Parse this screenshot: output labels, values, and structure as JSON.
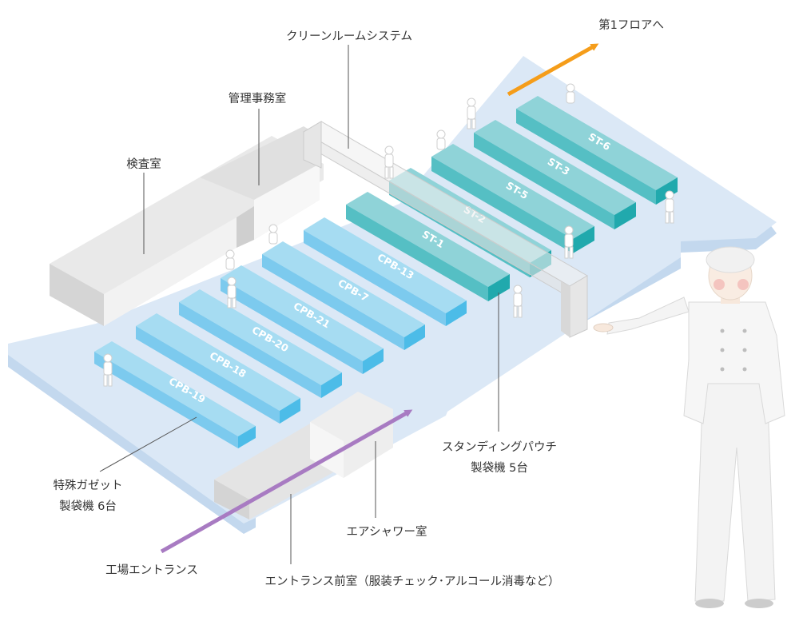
{
  "labels": {
    "cleanroom_system": "クリーンルームシステム",
    "first_floor": "第1フロアへ",
    "management_office": "管理事務室",
    "inspection_room": "検査室",
    "standing_pouch_line1": "スタンディングパウチ",
    "standing_pouch_line2": "製袋機 5台",
    "special_gusset_line1": "特殊ガゼット",
    "special_gusset_line2": "製袋機 6台",
    "air_shower": "エアシャワー室",
    "factory_entrance": "工場エントランス",
    "entrance_anteroom": "エントランス前室（服装チェック･アルコール消毒など）"
  },
  "machines": {
    "cpb": [
      "CPB-19",
      "CPB-18",
      "CPB-20",
      "CPB-21",
      "CPB-7",
      "CPB-13"
    ],
    "st": [
      "ST-1",
      "ST-2",
      "ST-5",
      "ST-3",
      "ST-6"
    ]
  },
  "colors": {
    "floor": "#dbe8f6",
    "cpb_top": "#a6dcf2",
    "cpb_side": "#4cbce8",
    "st_top": "#8fd3d8",
    "st_side": "#21a9ad",
    "room_wall": "#d6d6d6",
    "arrow_orange": "#f59d1a",
    "arrow_purple": "#a87bc2"
  }
}
